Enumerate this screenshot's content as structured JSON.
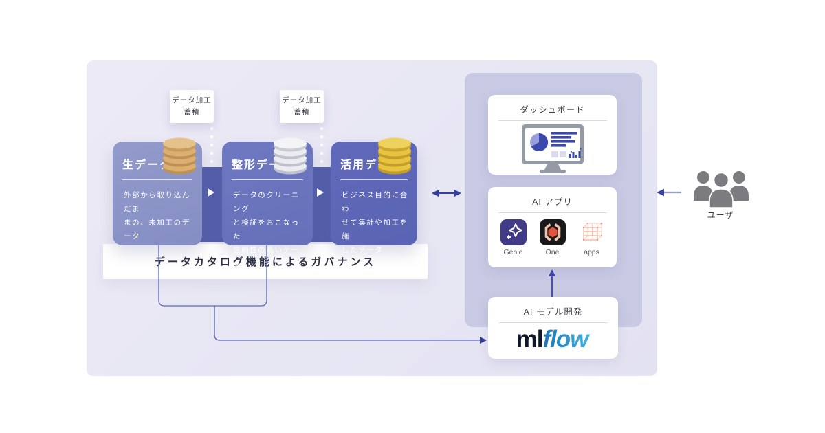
{
  "pipeline": {
    "stages": [
      {
        "title": "生データ",
        "desc_lines": [
          "外部から取り込んだま",
          "まの、未加工のデータ"
        ],
        "cylinder": "bronze"
      },
      {
        "title": "整形データ",
        "desc_lines": [
          "データのクリーニング",
          "と検証をおこなった",
          "信頼性の高いデータ"
        ],
        "cylinder": "silver"
      },
      {
        "title": "活用データ",
        "desc_lines": [
          "ビジネス目的に合わ",
          "せて集計や加工を施",
          "したデータ"
        ],
        "cylinder": "gold"
      }
    ],
    "process_boxes": [
      {
        "line1": "データ加工",
        "line2": "蓄積"
      },
      {
        "line1": "データ加工",
        "line2": "蓄積"
      }
    ],
    "governance_label": "データカタログ機能によるガバナンス"
  },
  "consumption": {
    "dashboard_card": {
      "title": "ダッシュボード",
      "icon": "monitor-chart-icon"
    },
    "ai_apps_card": {
      "title": "AI アプリ",
      "apps": [
        {
          "label": "Genie",
          "icon": "sparkle-icon"
        },
        {
          "label": "One",
          "icon": "hexagon-brackets-icon"
        },
        {
          "label": "apps",
          "icon": "grid-lattice-icon"
        }
      ]
    },
    "ml_card": {
      "title": "AI モデル開発",
      "logo_ml": "ml",
      "logo_flow": "flow"
    }
  },
  "users": {
    "label": "ユーザ",
    "icon": "user-group-icon"
  },
  "colors": {
    "outer_panel": "#e8e7f3",
    "right_panel": "#c8cae4",
    "stage1": "#8a93c8",
    "stage2": "#6b75bf",
    "stage3": "#5e68b8",
    "dark_band": "#5560ab",
    "arrow_dark": "#343e9b",
    "connector_line": "#5b68bd",
    "cylinder_bronze": "#d9ab6e",
    "cylinder_silver": "#e4e5ea",
    "cylinder_gold": "#e3bd3e",
    "mlflow_blue": "#2f9fd8",
    "genie_bg": "#413a86",
    "one_bg": "#19191c",
    "one_hex": "#e5543d",
    "apps_peach": "#e09579",
    "users_gray": "#7b7b80"
  }
}
